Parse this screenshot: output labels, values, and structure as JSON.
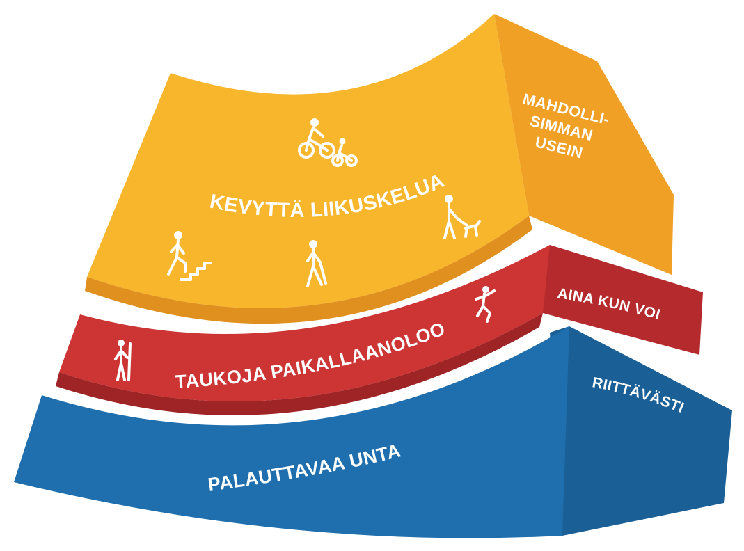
{
  "layers": [
    {
      "id": "light-activity",
      "label": "KEVYTTÄ LIIKUSKELUA",
      "frequency": [
        "MAHDOLLI-",
        "SIMMAN",
        "USEIN"
      ],
      "front_color": "#F7B62C",
      "side_color": "#EFA025",
      "icons": [
        "cyclist-icon",
        "child-cyclist-icon",
        "dog-walker-icon",
        "stair-climber-icon",
        "walker-icon"
      ]
    },
    {
      "id": "sitting-breaks",
      "label": "TAUKOJA PAIKALLAANOLOON",
      "frequency": [
        "AINA KUN VOI"
      ],
      "front_color": "#CC3534",
      "side_color": "#B52B2D",
      "icons": [
        "jumping-person-icon",
        "standing-person-icon"
      ]
    },
    {
      "id": "restorative-sleep",
      "label": "PALAUTTAVAA UNTA",
      "frequency": [
        "RIITTÄVÄSTI"
      ],
      "front_color": "#1F6FAE",
      "side_color": "#1A5F95",
      "icons": []
    }
  ]
}
